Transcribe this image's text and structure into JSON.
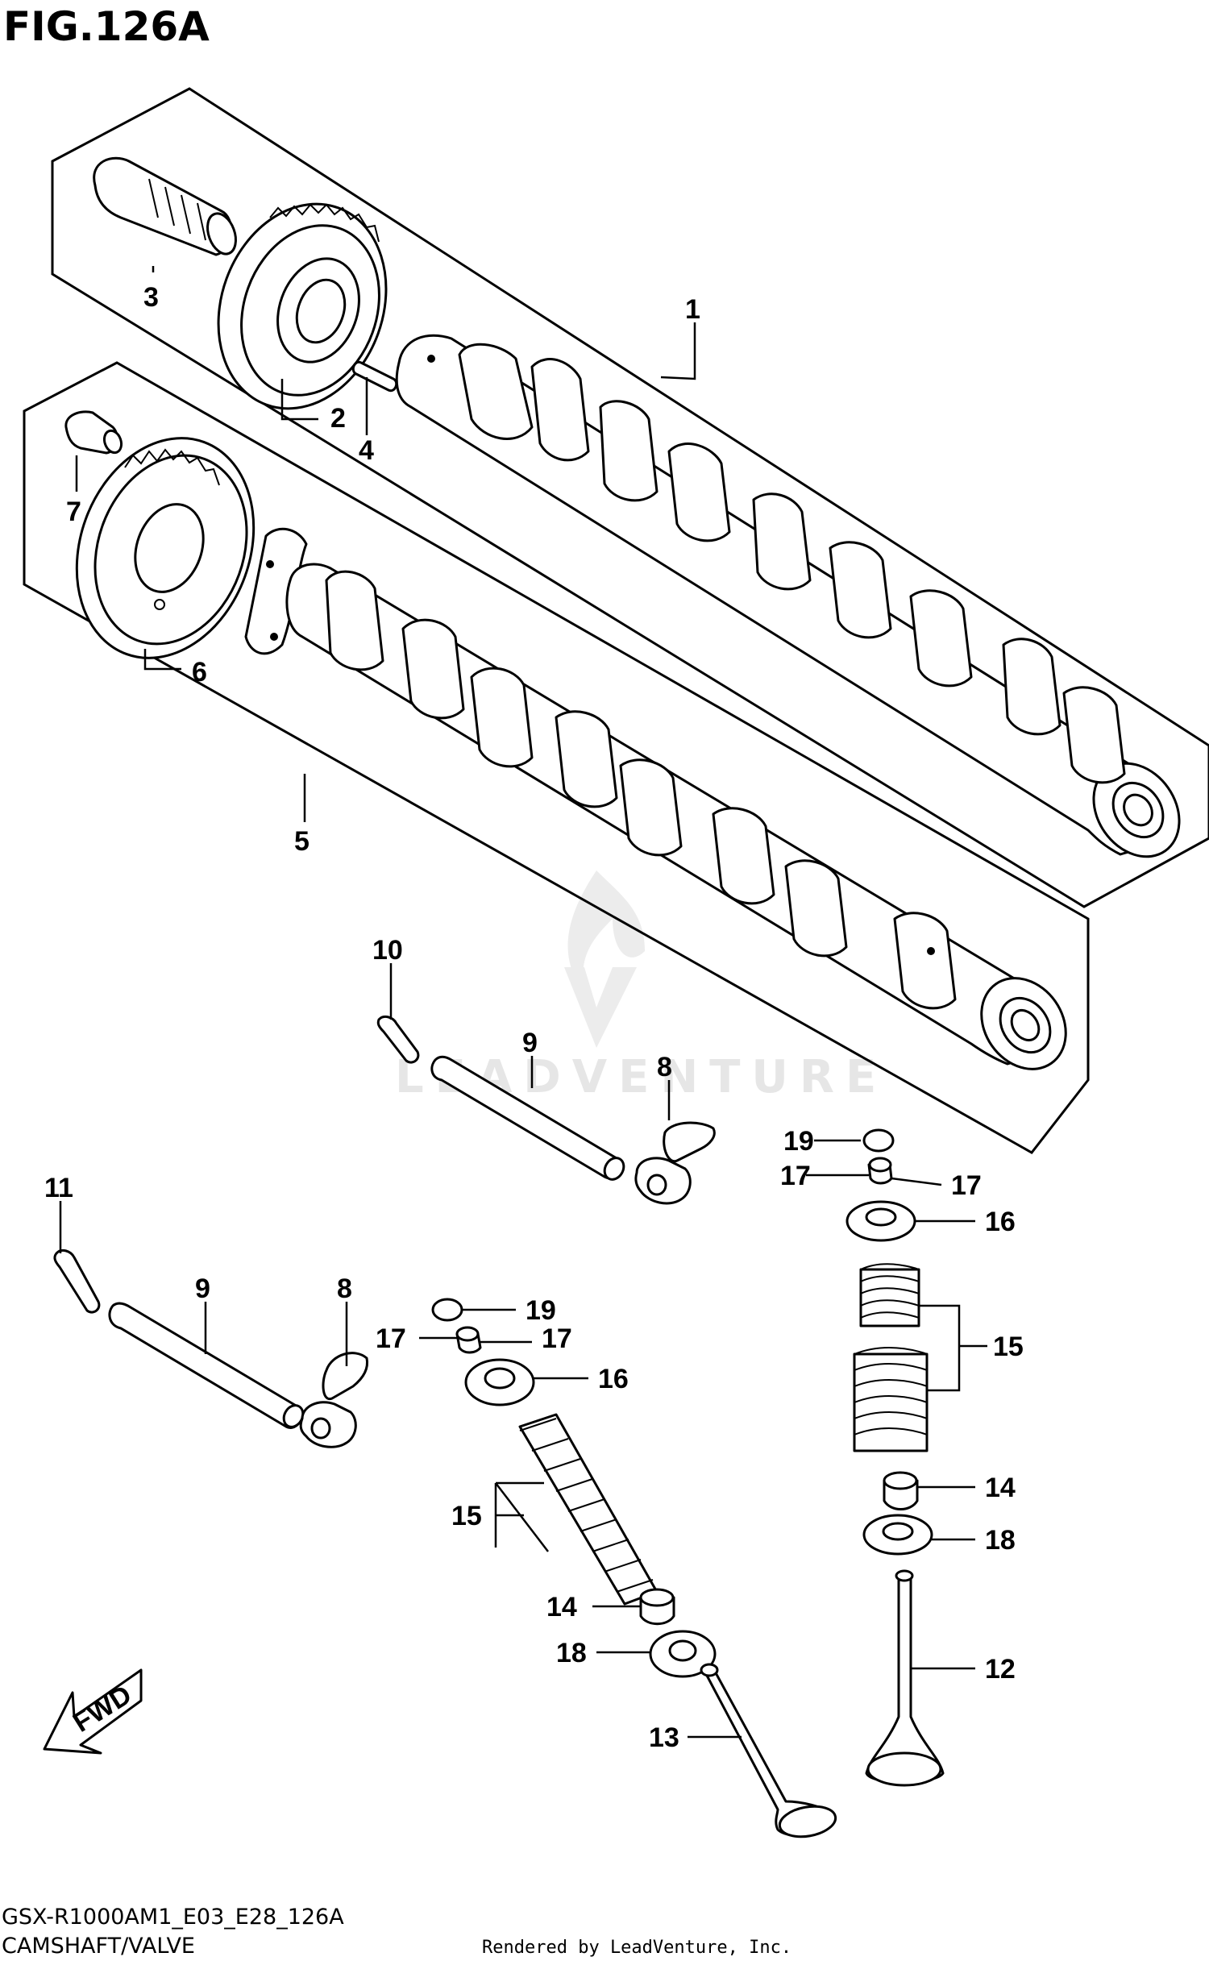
{
  "header": {
    "figure_title": "FIG.126A"
  },
  "footer": {
    "model_code": "GSX-R1000AM1_E03_E28_126A",
    "section_name": "CAMSHAFT/VALVE",
    "credit": "Rendered by LeadVenture, Inc."
  },
  "watermark": {
    "text": "LEADVENTURE"
  },
  "fwd_arrow": {
    "label": "FWD"
  },
  "callouts": {
    "c1": "1",
    "c2": "2",
    "c3": "3",
    "c4": "4",
    "c5": "5",
    "c6": "6",
    "c7": "7",
    "c8a": "8",
    "c8b": "8",
    "c9a": "9",
    "c9b": "9",
    "c10": "10",
    "c11": "11",
    "c12": "12",
    "c13": "13",
    "c14a": "14",
    "c14b": "14",
    "c15a": "15",
    "c15b": "15",
    "c16a": "16",
    "c16b": "16",
    "c17a": "17",
    "c17b": "17",
    "c17c": "17",
    "c17d": "17",
    "c18a": "18",
    "c18b": "18",
    "c19a": "19",
    "c19b": "19"
  }
}
